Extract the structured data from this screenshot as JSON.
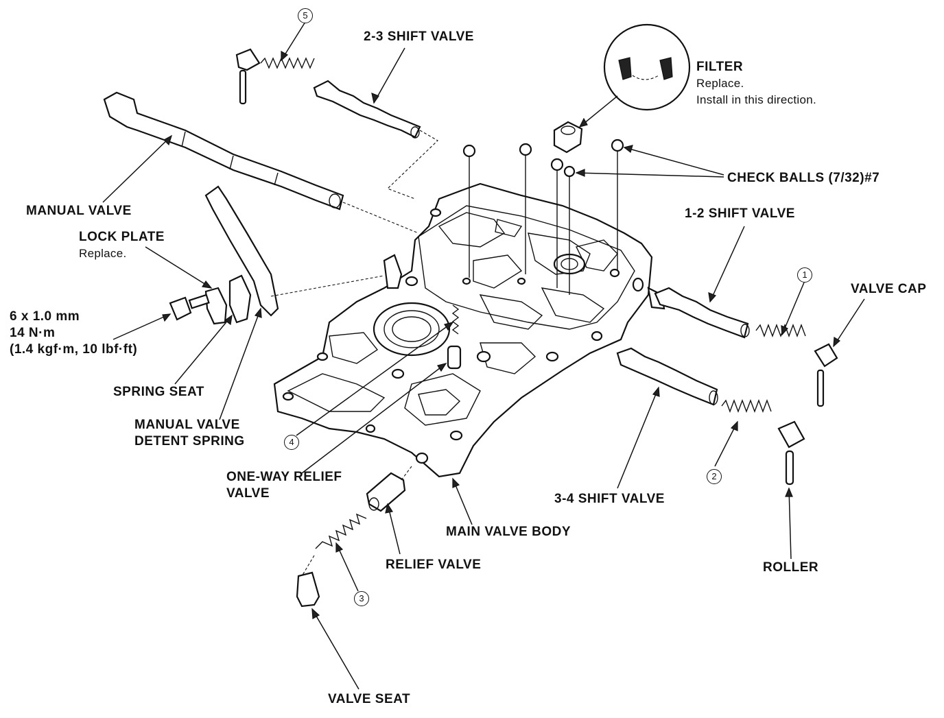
{
  "labels": {
    "shift_valve_23": "2-3 SHIFT VALVE",
    "filter_title": "FILTER",
    "filter_replace": "Replace.",
    "filter_install": "Install in this direction.",
    "check_balls": "CHECK BALLS (7/32)#7",
    "manual_valve": "MANUAL VALVE",
    "lock_plate": "LOCK PLATE",
    "lock_plate_replace": "Replace.",
    "shift_valve_12": "1-2 SHIFT VALVE",
    "valve_cap": "VALVE CAP",
    "bolt_size": "6 x 1.0 mm",
    "bolt_torque_nm": "14 N·m",
    "bolt_torque_alt": "(1.4 kgf·m, 10 lbf·ft)",
    "spring_seat": "SPRING SEAT",
    "detent_spring_line1": "MANUAL VALVE",
    "detent_spring_line2": "DETENT SPRING",
    "one_way_relief_line1": "ONE-WAY RELIEF",
    "one_way_relief_line2": "VALVE",
    "shift_valve_34": "3-4 SHIFT VALVE",
    "main_valve_body": "MAIN VALVE BODY",
    "relief_valve": "RELIEF VALVE",
    "roller": "ROLLER",
    "valve_seat": "VALVE SEAT"
  },
  "callouts": {
    "c1": "1",
    "c2": "2",
    "c3": "3",
    "c4": "4",
    "c5": "5"
  }
}
